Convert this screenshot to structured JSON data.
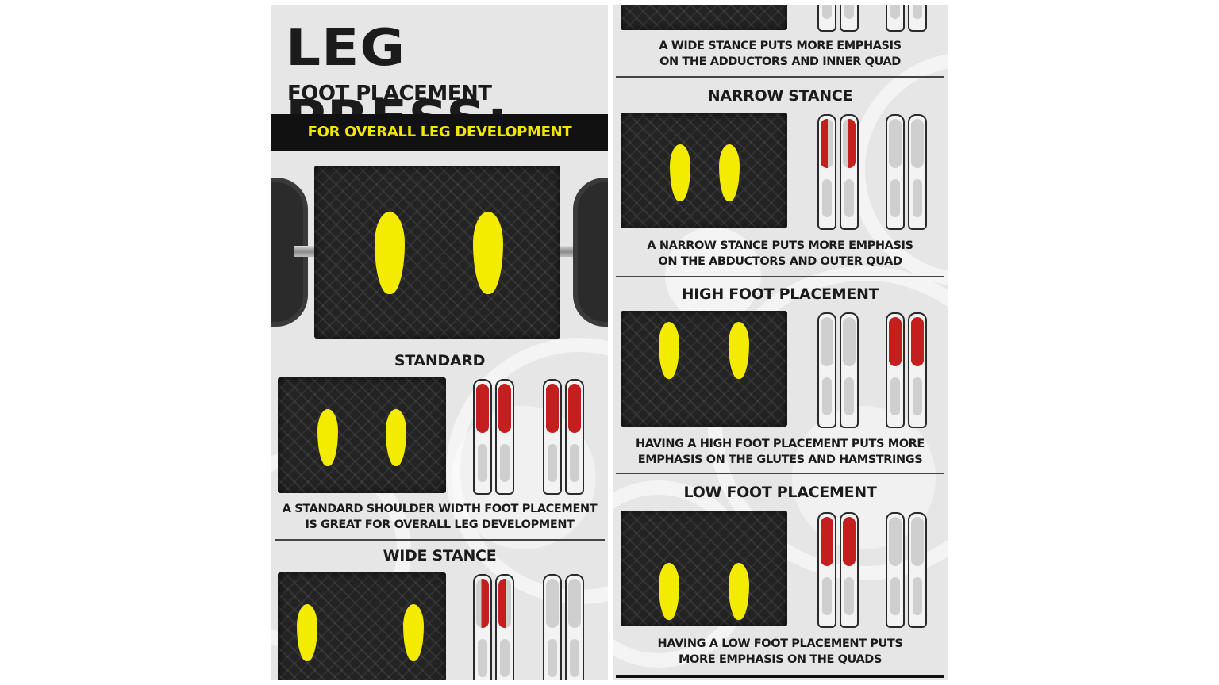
{
  "title": "LEG PRESS:",
  "subtitle": "FOOT PLACEMENT VARIATIONS",
  "banner": "FOR OVERALL LEG DEVELOPMENT",
  "sections": {
    "standard": {
      "title": "STANDARD",
      "desc_line1": "A STANDARD SHOULDER WIDTH FOOT PLACEMENT",
      "desc_line2": "IS GREAT FOR OVERALL LEG DEVELOPMENT"
    },
    "wide": {
      "title": "WIDE STANCE",
      "desc_line1": "A WIDE STANCE PUTS MORE EMPHASIS",
      "desc_line2": "ON THE ADDUCTORS AND INNER QUAD"
    },
    "narrow": {
      "title": "NARROW STANCE",
      "desc_line1": "A NARROW STANCE PUTS MORE EMPHASIS",
      "desc_line2": "ON THE ABDUCTORS AND OUTER QUAD"
    },
    "high": {
      "title": "HIGH FOOT PLACEMENT",
      "desc_line1": "HAVING A HIGH FOOT PLACEMENT PUTS MORE",
      "desc_line2": "EMPHASIS ON THE GLUTES AND HAMSTRINGS"
    },
    "low": {
      "title": "LOW FOOT PLACEMENT",
      "desc_line1": "HAVING A LOW FOOT PLACEMENT PUTS",
      "desc_line2": "MORE EMPHASIS ON THE QUADS"
    }
  },
  "colors": {
    "accent": "#f2e600",
    "footprint": "#f4ec00",
    "muscle_highlight": "#c41f1f",
    "banner_bg": "#111111"
  }
}
